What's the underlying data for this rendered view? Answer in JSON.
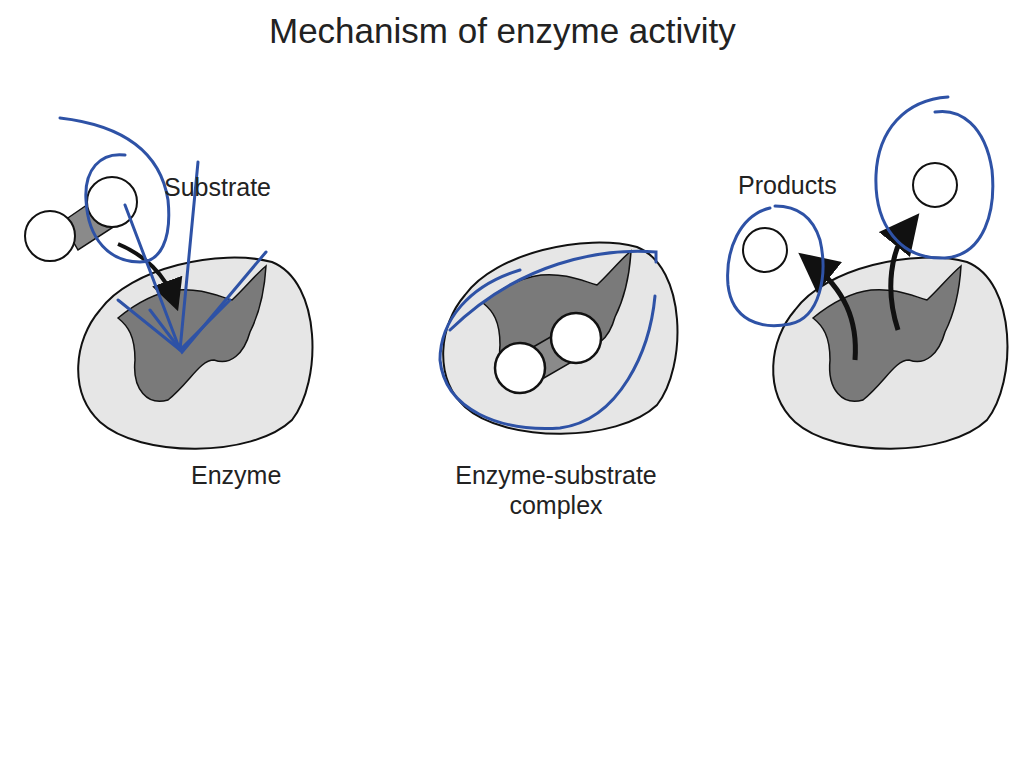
{
  "diagram": {
    "title": "Mechanism of enzyme activity",
    "labels": [
      "Substrate",
      "Enzyme",
      "Enzyme-substrate complex",
      "Products"
    ]
  }
}
